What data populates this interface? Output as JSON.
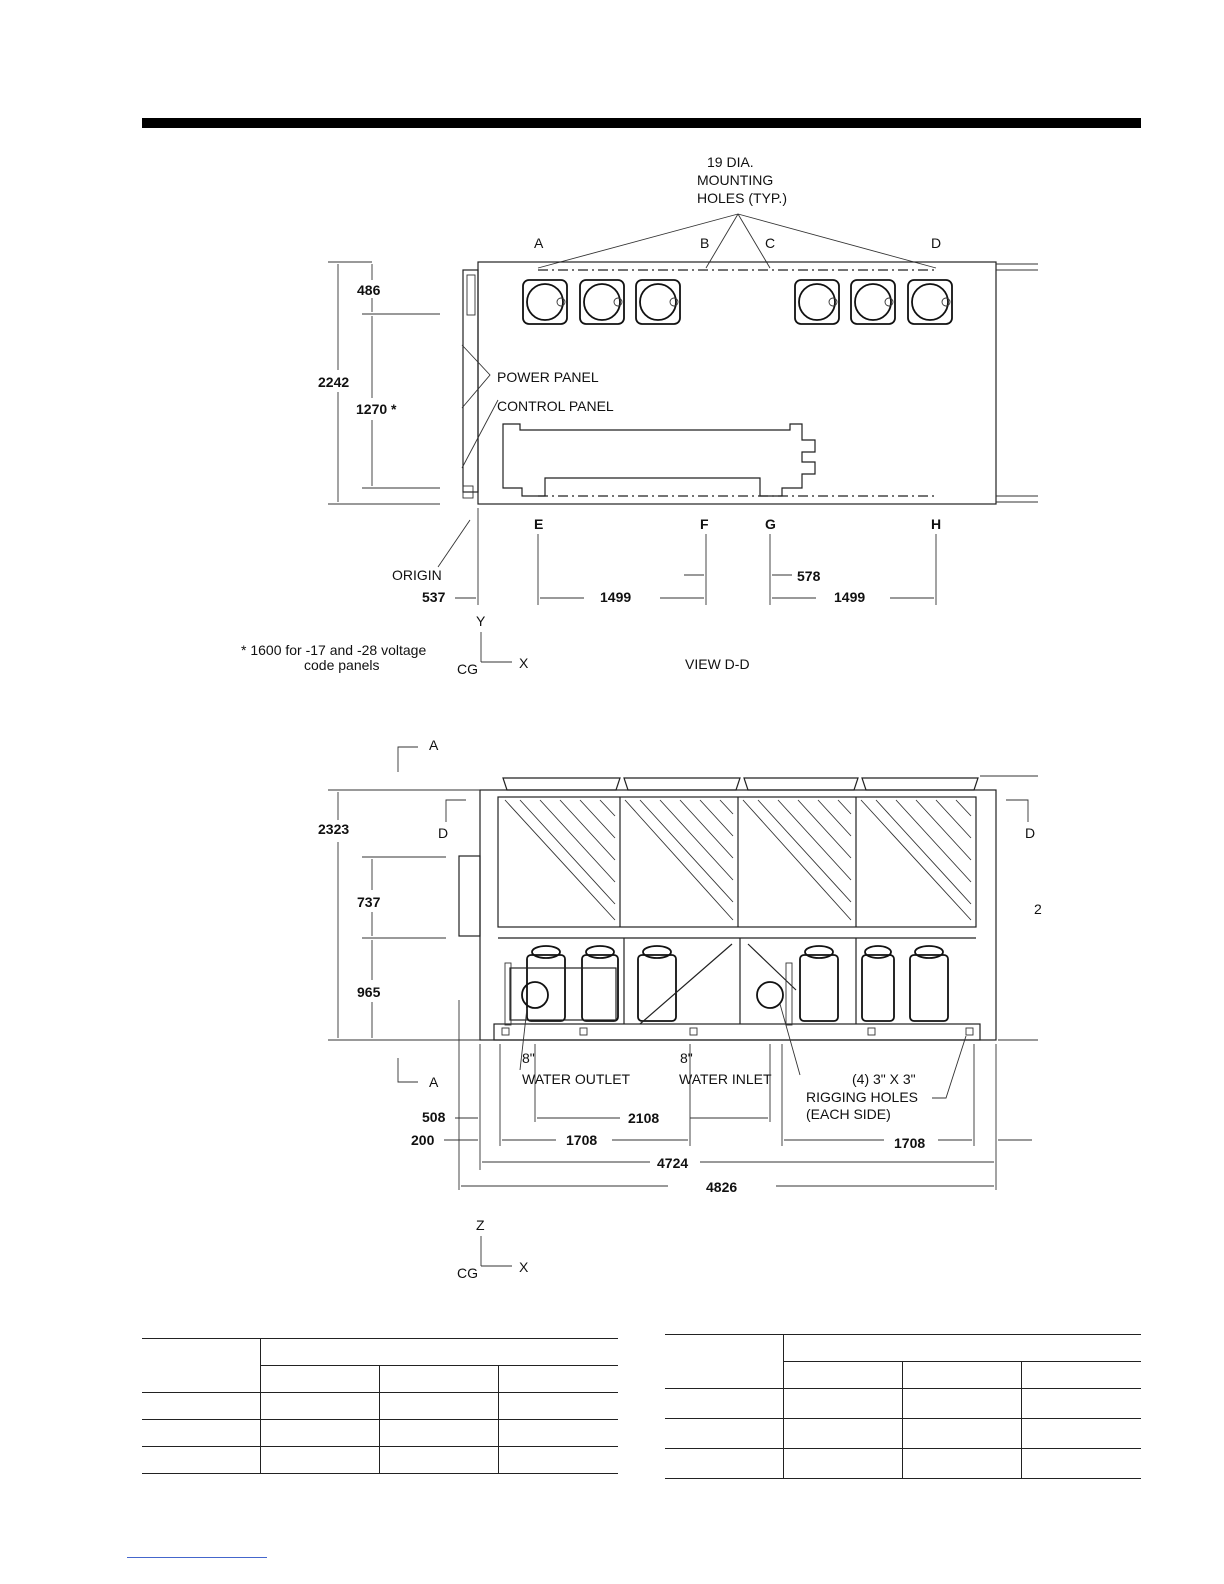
{
  "plan_view": {
    "mounting_note": [
      "19 DIA.",
      "MOUNTING",
      "HOLES (TYP.)"
    ],
    "top_holes": [
      "A",
      "B",
      "C",
      "D"
    ],
    "bottom_holes": [
      "E",
      "F",
      "G",
      "H"
    ],
    "dims": {
      "height_total": "2242",
      "top_offset": "486",
      "panel_height": "1270 *",
      "origin_x": "537",
      "ef_spacing": "1499",
      "fg_spacing": "578",
      "gh_spacing": "1499"
    },
    "labels": {
      "power_panel": "POWER PANEL",
      "control_panel": "CONTROL PANEL",
      "origin": "ORIGIN",
      "view": "VIEW D-D",
      "footnote_line1": "* 1600 for -17 and -28 voltage",
      "footnote_line2": "code panels"
    },
    "axes": {
      "y": "Y",
      "x": "X",
      "cg": "CG"
    }
  },
  "elevation_view": {
    "section_marks": {
      "a_top": "A",
      "a_bottom": "A",
      "d_left": "D",
      "d_right": "D"
    },
    "dims": {
      "height_total": "2323",
      "upper": "737",
      "lower": "965",
      "outlet_x": "508",
      "rail_x": "200",
      "outlet_inlet": "2108",
      "left_rig": "1708",
      "right_rig": "1708",
      "length_inner": "4724",
      "length_overall": "4826",
      "right_cut": "2"
    },
    "labels": {
      "outlet_size": "8\"",
      "outlet": "WATER OUTLET",
      "inlet_size": "8\"",
      "inlet": "WATER INLET",
      "rigging_1": "(4) 3\" X 3\"",
      "rigging_2": "RIGGING HOLES",
      "rigging_3": "(EACH SIDE)"
    },
    "axes": {
      "z": "Z",
      "x": "X",
      "cg": "CG"
    }
  }
}
